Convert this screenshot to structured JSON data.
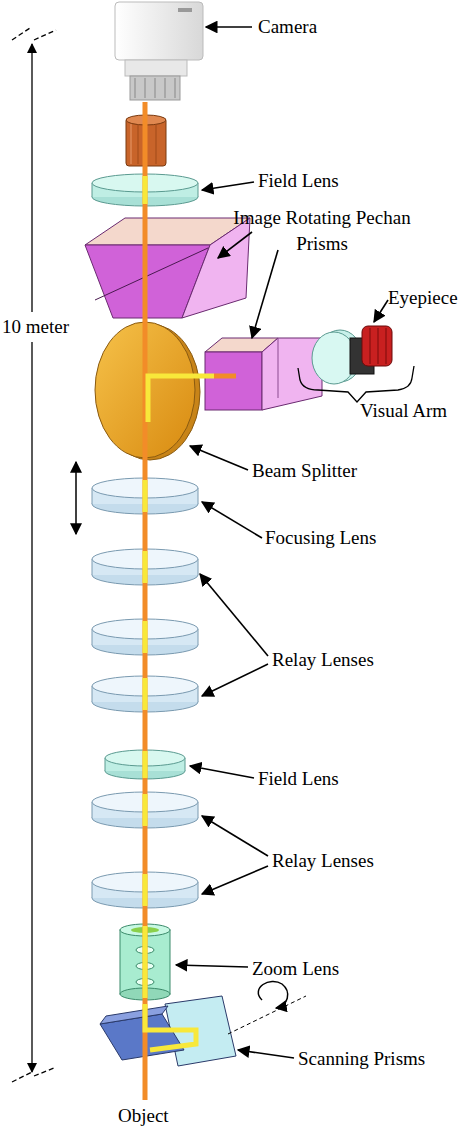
{
  "diagram": {
    "labels": [
      "Camera",
      "Field Lens",
      "Image Rotating Pechan Prisms",
      "Eyepiece",
      "10 meter",
      "Visual Arm",
      "Beam Splitter",
      "Focusing Lens",
      "Relay Lenses",
      "Field Lens",
      "Relay Lenses",
      "Zoom Lens",
      "Scanning Prisms",
      "Object"
    ]
  }
}
